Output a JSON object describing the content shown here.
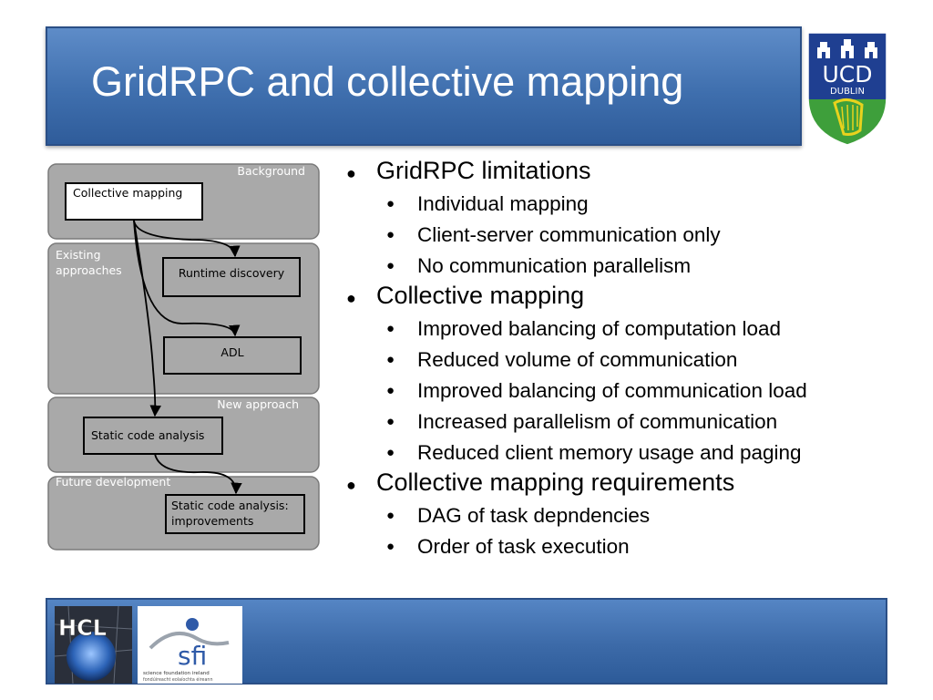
{
  "slide": {
    "title": "GridRPC and collective mapping"
  },
  "logos": {
    "ucd": {
      "line1": "UCD",
      "line2": "DUBLIN"
    },
    "hcl": {
      "text": "HCL"
    },
    "sfi": {
      "text": "sfi",
      "caption1": "science foundation ireland",
      "caption2": "fondúireacht eolaíochta éireann"
    }
  },
  "diagram": {
    "sections": {
      "background": "Background",
      "existing_1": "Existing",
      "existing_2": "approaches",
      "new": "New approach",
      "future": "Future development"
    },
    "boxes": {
      "collective": "Collective mapping",
      "runtime": "Runtime discovery",
      "adl": "ADL",
      "static": "Static code analysis",
      "improve_1": "Static code analysis:",
      "improve_2": "improvements"
    }
  },
  "bullets": [
    {
      "label": "GridRPC limitations",
      "items": [
        "Individual mapping",
        "Client-server communication only",
        "No communication parallelism"
      ]
    },
    {
      "label": "Collective mapping",
      "items": [
        "Improved balancing of computation load",
        "Reduced volume of communication",
        "Improved balancing of communication load",
        "Increased parallelism of communication",
        "Reduced client memory usage and paging"
      ]
    },
    {
      "label": "Collective mapping requirements",
      "items": [
        "DAG of task depndencies",
        "Order of task execution"
      ]
    }
  ],
  "colors": {
    "title_bar": "#3f6fae",
    "panel_fill": "#a9a9a9",
    "ucd_blue": "#1f3f91",
    "ucd_green": "#3e9f3b",
    "ucd_yellow": "#e8d21d"
  }
}
